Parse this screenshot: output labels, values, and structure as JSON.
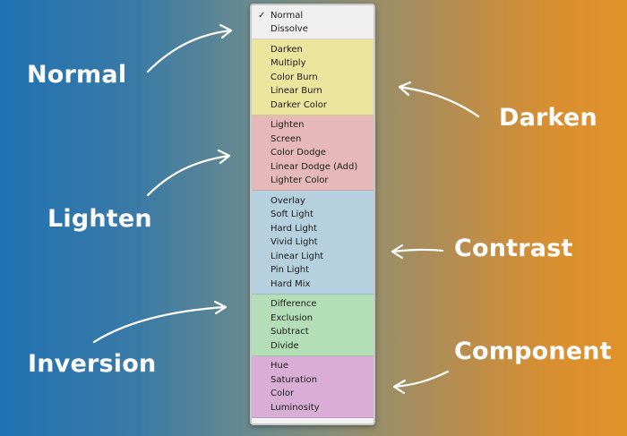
{
  "categories": {
    "normal": "Normal",
    "darken": "Darken",
    "lighten": "Lighten",
    "contrast": "Contrast",
    "inversion": "Inversion",
    "component": "Component"
  },
  "menu": {
    "selected": "Normal",
    "check_glyph": "✓",
    "groups": [
      {
        "id": "normal",
        "color": "#f0f0f0",
        "items": [
          "Normal",
          "Dissolve"
        ]
      },
      {
        "id": "darken",
        "color": "#ebe59e",
        "items": [
          "Darken",
          "Multiply",
          "Color Burn",
          "Linear Burn",
          "Darker Color"
        ]
      },
      {
        "id": "lighten",
        "color": "#e7b8b8",
        "items": [
          "Lighten",
          "Screen",
          "Color Dodge",
          "Linear Dodge (Add)",
          "Lighter Color"
        ]
      },
      {
        "id": "contrast",
        "color": "#b5d0de",
        "items": [
          "Overlay",
          "Soft Light",
          "Hard Light",
          "Vivid Light",
          "Linear Light",
          "Pin Light",
          "Hard Mix"
        ]
      },
      {
        "id": "inversion",
        "color": "#b4deb6",
        "items": [
          "Difference",
          "Exclusion",
          "Subtract",
          "Divide"
        ]
      },
      {
        "id": "component",
        "color": "#d9aed6",
        "items": [
          "Hue",
          "Saturation",
          "Color",
          "Luminosity"
        ]
      }
    ]
  }
}
